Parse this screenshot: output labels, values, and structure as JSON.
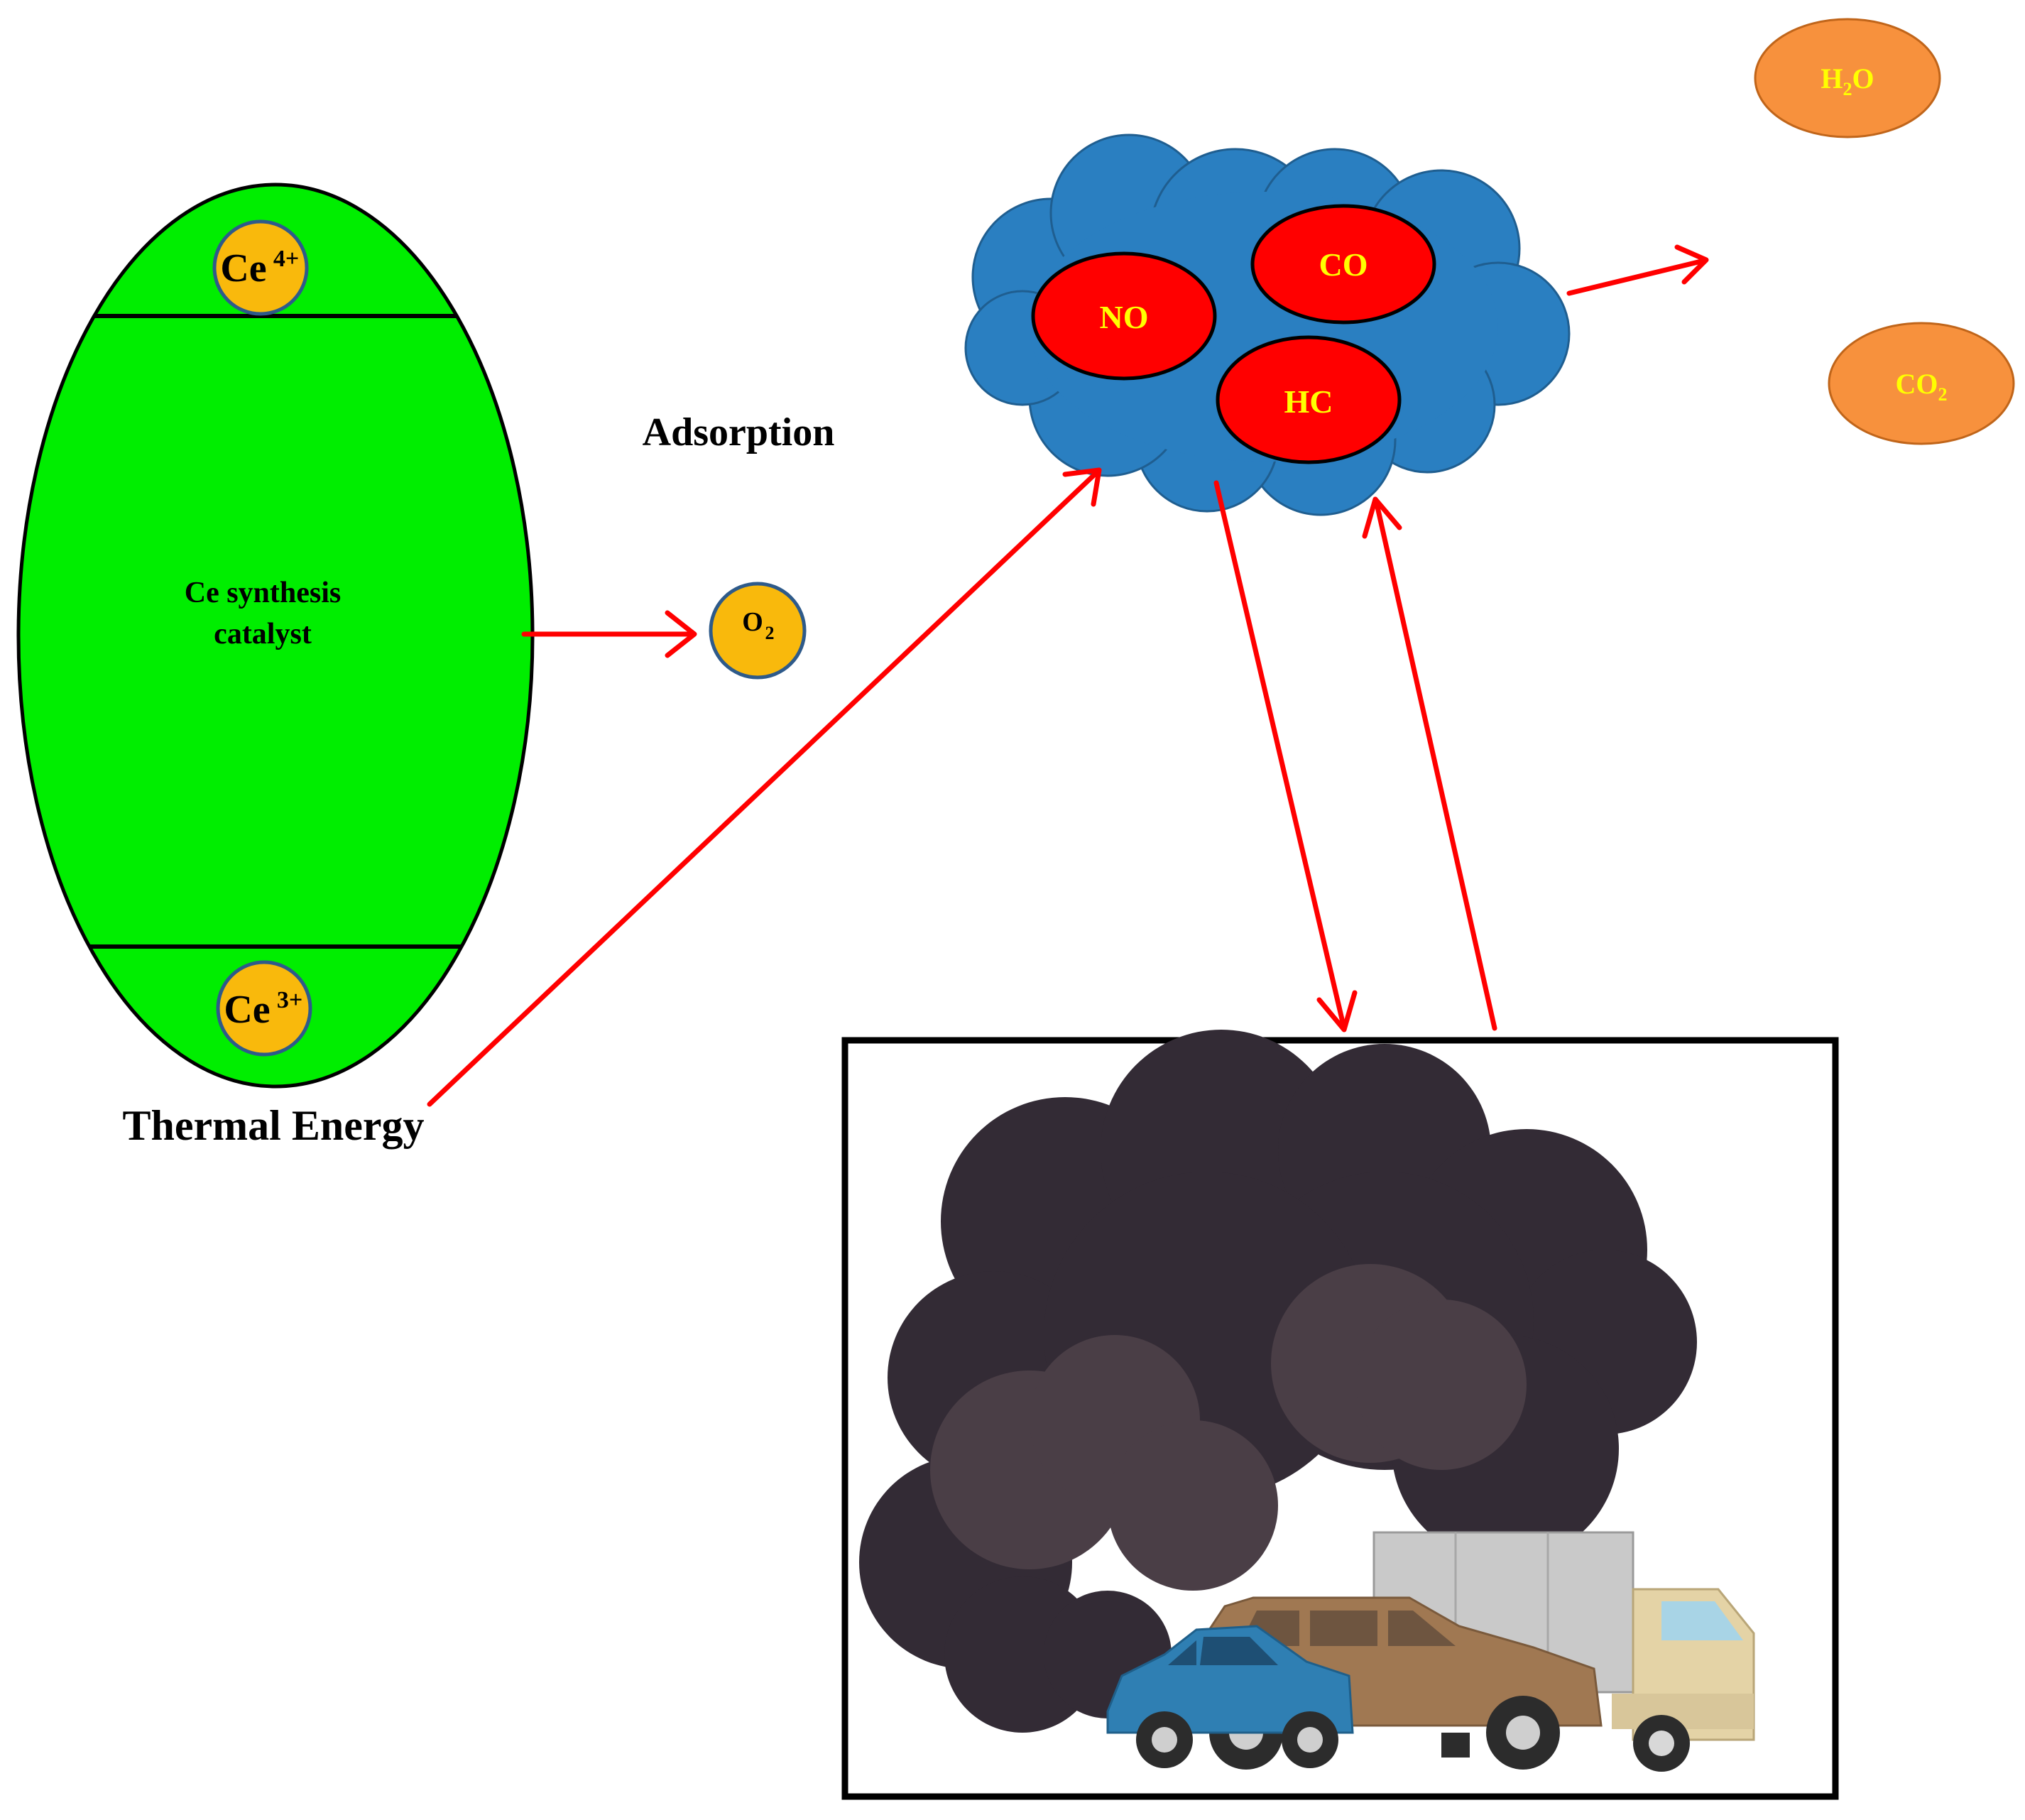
{
  "catalyst": {
    "label_line1": "Ce synthesis",
    "label_line2": "catalyst",
    "top_ion": {
      "base": "Ce",
      "sup": "4+"
    },
    "bottom_ion": {
      "base": "Ce",
      "sup": "3+"
    },
    "fill_color": "#00ee00"
  },
  "oxygen": {
    "base": "O",
    "sub": "2"
  },
  "labels": {
    "adsorption": "Adsorption",
    "thermal_energy": "Thermal Energy"
  },
  "pollutants": {
    "no": "NO",
    "co": "CO",
    "hc": "HC",
    "cloud_color": "#2a7fc1",
    "blob_color": "#ff0000",
    "text_color": "#ffff00"
  },
  "products": {
    "h2o": {
      "a": "H",
      "sub": "2",
      "b": "O"
    },
    "co2": {
      "a": "CO",
      "sub": "2"
    },
    "color": "#f7913d"
  },
  "arrows": {
    "color": "#ff0000"
  },
  "ion_color": "#f9b90c"
}
